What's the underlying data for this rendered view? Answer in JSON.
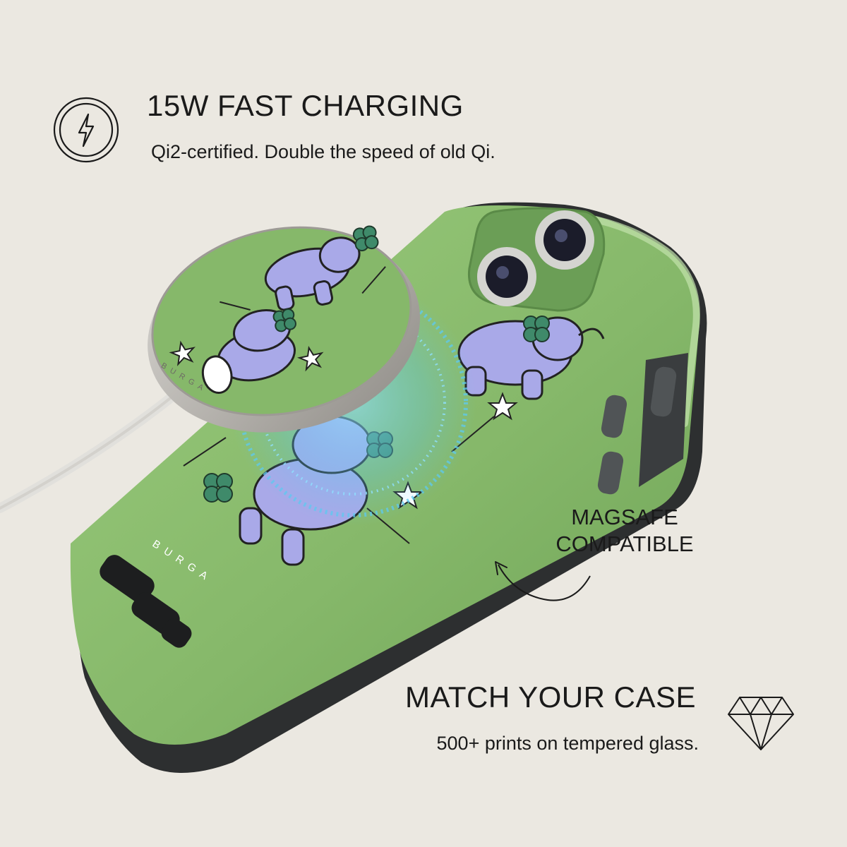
{
  "features": {
    "charging": {
      "title": "15W FAST CHARGING",
      "subtitle": "Qi2-certified. Double the speed of old Qi.",
      "icon": "lightning-bolt-icon"
    },
    "magsafe": {
      "line1": "MAGSAFE",
      "line2": "COMPATIBLE",
      "icon": "curved-arrow-icon"
    },
    "match": {
      "title": "MATCH YOUR CASE",
      "subtitle": "500+ prints on tempered glass.",
      "icon": "diamond-icon"
    }
  },
  "product": {
    "brand_mark": "BURGA",
    "case_color": "#86b86a",
    "charger_ring_color": "#b9b6b1",
    "glow_color": "#5ec9f0",
    "print_color": "#a9a9e8"
  }
}
